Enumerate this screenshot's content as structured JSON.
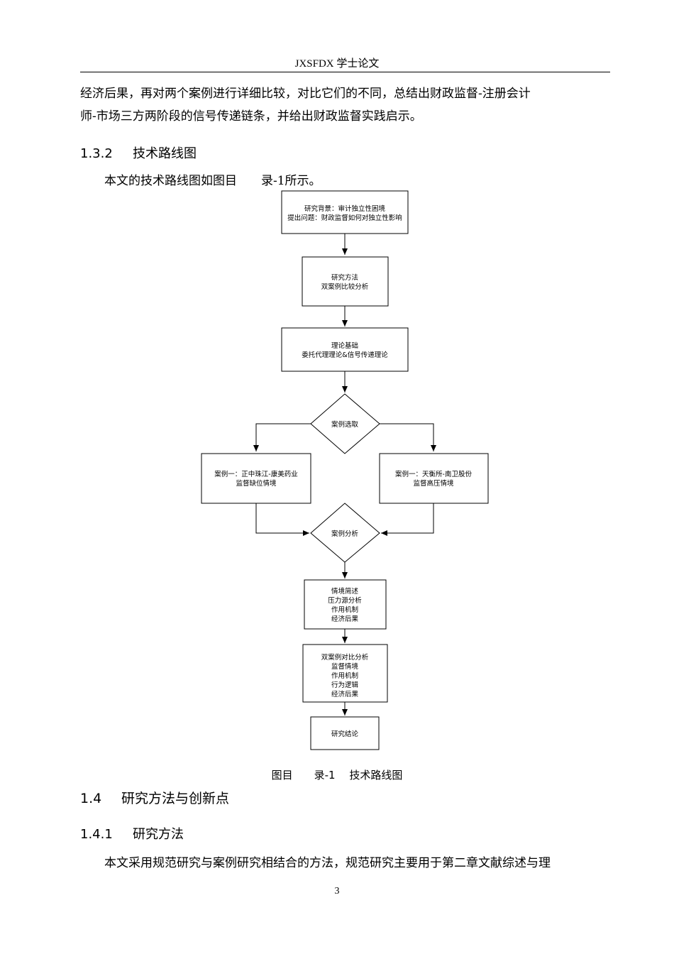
{
  "header": {
    "title": "JXSFDX 学士论文"
  },
  "paragraphs": {
    "p1_line1": "经济后果，再对两个案例进行详细比较，对比它们的不同，总结出财政监督-注册会计",
    "p1_line2": "师-市场三方两阶段的信号传递链条，并给出财政监督实践启示。",
    "p2": "本文的技术路线图如图目　　录-1所示。",
    "p3": "本文采用规范研究与案例研究相结合的方法，规范研究主要用于第二章文献综述与理"
  },
  "headings": {
    "h132_num": "1.3.2",
    "h132_title": "技术路线图",
    "h14_num": "1.4",
    "h14_title": "研究方法与创新点",
    "h141_num": "1.4.1",
    "h141_title": "研究方法"
  },
  "flowchart": {
    "n1": [
      "研究背景：审计独立性困境",
      "提出问题：财政监督如何对独立性影响"
    ],
    "n2": [
      "研究方法",
      "双案例比较分析"
    ],
    "n3": [
      "理论基础",
      "委托代理理论&信号传递理论"
    ],
    "d1": "案例选取",
    "n4": [
      "案例一：正中珠江-康美药业",
      "监督缺位情境"
    ],
    "n5": [
      "案例一：天衡所-南卫股份",
      "监督高压情境"
    ],
    "d2": "案例分析",
    "n6": [
      "情境简述",
      "压力源分析",
      "作用机制",
      "经济后果"
    ],
    "n7": [
      "双案例对比分析",
      "监督情境",
      "作用机制",
      "行为逻辑",
      "经济后果"
    ],
    "n8": [
      "研究结论"
    ]
  },
  "caption": "图目　　录-1　 技术路线图",
  "page_number": "3"
}
